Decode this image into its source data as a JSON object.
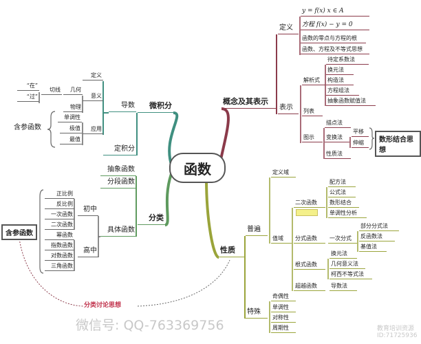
{
  "center": "函数",
  "colors": {
    "concept": "#8b3a4a",
    "property": "#9aa43a",
    "calculus": "#3f8f80",
    "classify": "#5e9a5e",
    "dashed": "#c0304a"
  },
  "calculus": {
    "label": "微积分",
    "derivative": {
      "label": "导数",
      "definition": "定义",
      "meaning": {
        "label": "意义",
        "geometry": "几何",
        "physics": "物理",
        "tangent": "切线",
        "at": "“在”",
        "through": "“过”"
      },
      "application": {
        "label": "应用",
        "param": "含参函数",
        "items": [
          "单调性",
          "极值",
          "最值"
        ]
      }
    },
    "integral": "定积分"
  },
  "classify": {
    "label": "分类",
    "abstract": "抽象函数",
    "piecewise": "分段函数",
    "concrete": {
      "label": "具体函数",
      "junior": {
        "label": "初中",
        "items": [
          "正比例",
          "反比例",
          "一次函数",
          "二次函数"
        ]
      },
      "senior": {
        "label": "高中",
        "items": [
          "幂函数",
          "指数函数",
          "对数函数",
          "三角函数"
        ]
      }
    },
    "param_box": "含参函数",
    "discussion": "分类讨论思想"
  },
  "concept": {
    "label": "概念及其表示",
    "definition": {
      "label": "定义",
      "items": [
        "y = f(x)      x ∈ A",
        "方程  f(x) − y = 0",
        "函数的零点与方程的根",
        "函数、方程及不等式思想"
      ]
    },
    "representation": {
      "label": "表示",
      "analytic": {
        "label": "解析式",
        "items": [
          "待定系数法",
          "换元法",
          "构造法",
          "方程组法",
          "抽象函数赋值法"
        ]
      },
      "table": "列表",
      "graph": {
        "label": "图示",
        "plot": "描点法",
        "transform": {
          "label": "变换法",
          "items": [
            "平移",
            "伸缩"
          ]
        },
        "property": "性质法"
      },
      "idea": "数形结合思想"
    }
  },
  "property": {
    "label": "性质",
    "general": {
      "label": "普遍",
      "domain": "定义域",
      "range": {
        "label": "值域",
        "quadratic": {
          "label": "二次函数",
          "items": [
            "配方法",
            "公式法",
            "数形结合",
            "单调性分析"
          ]
        },
        "fractional": {
          "label": "分式函数",
          "linear": "一次分式",
          "items": [
            "部分分式法",
            "反函数法",
            "基值法"
          ]
        },
        "radical": {
          "label": "根式函数",
          "items": [
            "换元法",
            "几何意义法",
            "柯西不等式法"
          ]
        },
        "transcendental": {
          "label": "超越函数",
          "method": "导数法"
        }
      }
    },
    "special": {
      "label": "特殊",
      "items": [
        "奇偶性",
        "单调性",
        "对称性",
        "周期性"
      ]
    }
  },
  "watermark": {
    "wechat": "微信号: QQ-763369756",
    "brand": "教育培训资源",
    "id": "ID:71725936"
  }
}
